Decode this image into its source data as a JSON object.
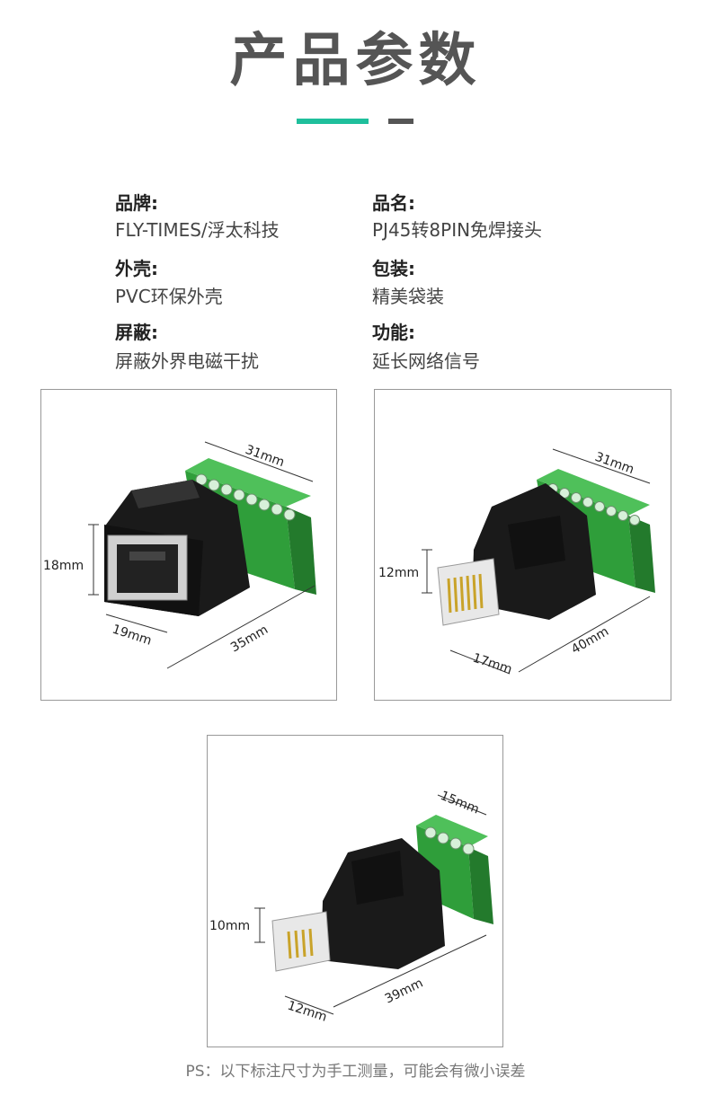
{
  "title": "产品参数",
  "specs": {
    "brand_label": "品牌:",
    "brand_value": "FLY-TIMES/浮太科技",
    "name_label": "品名:",
    "name_value": "PJ45转8PIN免焊接头",
    "shell_label": "外壳:",
    "shell_value": "PVC环保外壳",
    "package_label": "包装:",
    "package_value": "精美袋装",
    "shield_label": "屏蔽:",
    "shield_value": "屏蔽外界电磁干扰",
    "function_label": "功能:",
    "function_value": "延长网络信号"
  },
  "products": [
    {
      "top": "31mm",
      "height": "18mm",
      "depth": "19mm",
      "length": "35mm"
    },
    {
      "top": "31mm",
      "height": "12mm",
      "depth": "17mm",
      "length": "40mm"
    },
    {
      "top": "15mm",
      "height": "10mm",
      "depth": "12mm",
      "length": "39mm"
    }
  ],
  "colors": {
    "accent": "#1fbf9c",
    "terminal": "#35a83f",
    "housing": "#1a1a1a"
  },
  "footnote": "PS：以下标注尺寸为手工测量，可能会有微小误差"
}
